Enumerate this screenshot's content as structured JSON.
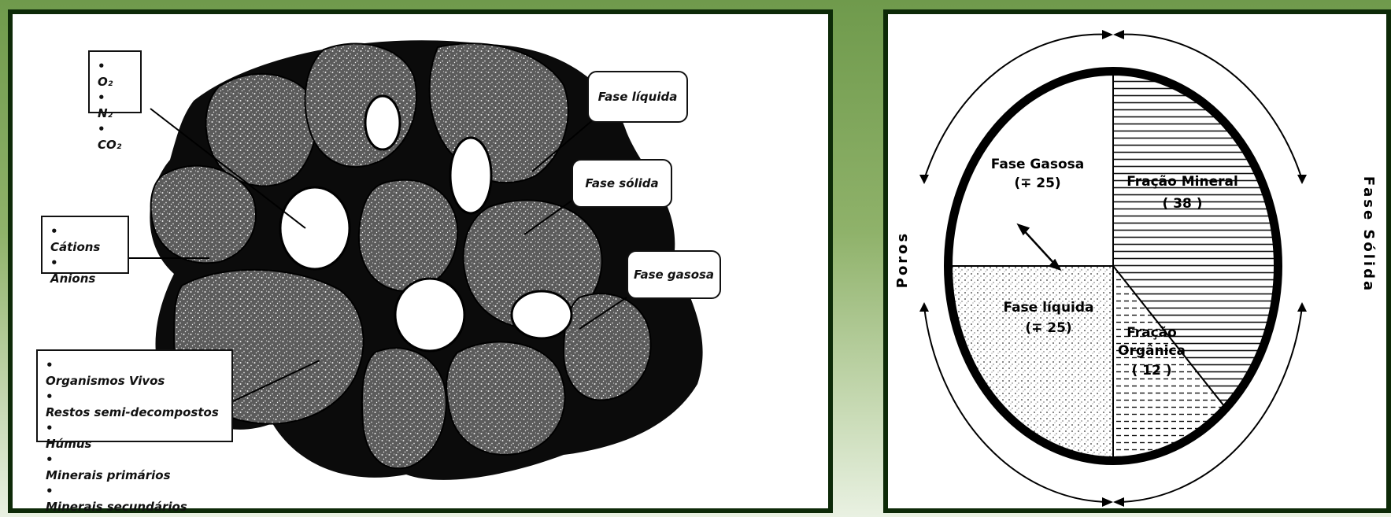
{
  "left": {
    "gases": [
      "O₂",
      "N₂",
      "CO₂"
    ],
    "ions": [
      "Cátions",
      "Anions"
    ],
    "fase_liquida": "Fase líquida",
    "fase_solida": "Fase sólida",
    "fase_gasosa": "Fase gasosa",
    "solid_components": [
      "Organismos Vivos",
      "Restos semi-decompostos",
      "Húmus",
      "Minerais primários",
      "Minerais secundários"
    ]
  },
  "right": {
    "gas_label": "Fase Gasosa",
    "gas_value": "(∓ 25)",
    "liquid_label": "Fase líquida",
    "liquid_value": "(∓ 25)",
    "mineral_label": "Fração Mineral",
    "mineral_value": "( 38 )",
    "organic_label_1": "Fração",
    "organic_label_2": "Orgânica",
    "organic_value": "( 12 )",
    "poros_label": "Poros",
    "fase_solida_label": "Fase Sólida"
  },
  "chart_data": {
    "type": "pie",
    "categories": [
      "Fase Gasosa",
      "Fase líquida",
      "Fração Mineral",
      "Fração Orgânica"
    ],
    "values": [
      25,
      25,
      38,
      12
    ],
    "groups": [
      {
        "name": "Poros",
        "members": [
          "Fase Gasosa",
          "Fase líquida"
        ]
      },
      {
        "name": "Fase Sólida",
        "members": [
          "Fração Mineral",
          "Fração Orgânica"
        ]
      }
    ]
  }
}
